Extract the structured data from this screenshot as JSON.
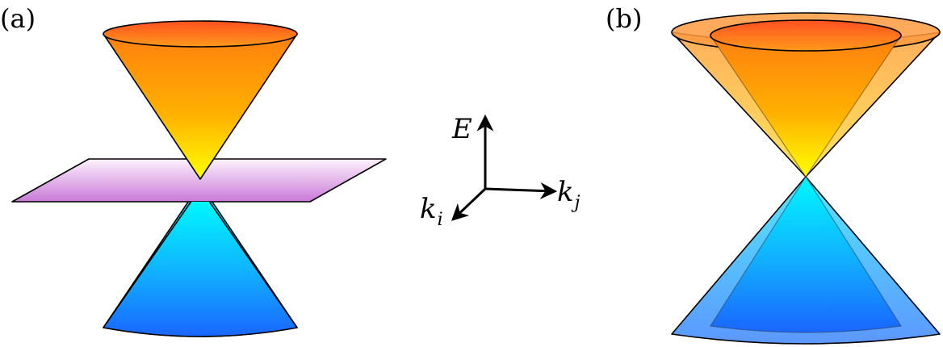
{
  "panels": {
    "a": {
      "label": "(a)"
    },
    "b": {
      "label": "(b)"
    }
  },
  "axes": {
    "energy": {
      "base": "E"
    },
    "ki": {
      "base": "k",
      "sub": "i"
    },
    "kj": {
      "base": "k",
      "sub": "j"
    }
  },
  "colors": {
    "upper_cone_top": "#ff8a1a",
    "upper_cone_bottom": "#ffff00",
    "lower_cone_top": "#00f0ff",
    "lower_cone_bottom": "#1a6cff",
    "plane_light": "#fbe9fb",
    "plane_dark": "#c87bd6",
    "outline": "#000000"
  }
}
